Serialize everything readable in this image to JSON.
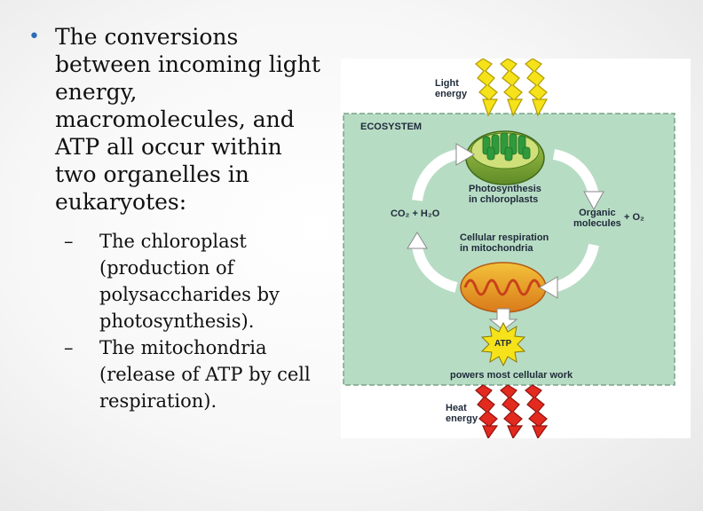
{
  "bullets": {
    "main": "The conversions between incoming light energy, macromolecules, and ATP all occur within two organelles in eukaryotes:",
    "subs": [
      "The chloroplast (production of polysaccharides by photosynthesis).",
      "The mitochondria (release of ATP by cell respiration)."
    ],
    "dash": "–"
  },
  "figure": {
    "light": [
      "Light",
      "energy"
    ],
    "ecosystem": "ECOSYSTEM",
    "photosynthesis": [
      "Photosynthesis",
      "in chloroplasts"
    ],
    "co2_h2o": "CO₂ + H₂O",
    "organic": [
      "Organic",
      "molecules"
    ],
    "o2": "+ O₂",
    "respiration": [
      "Cellular respiration",
      "in mitochondria"
    ],
    "atp": "ATP",
    "powers": "powers most cellular work",
    "heat": [
      "Heat",
      "energy"
    ]
  }
}
